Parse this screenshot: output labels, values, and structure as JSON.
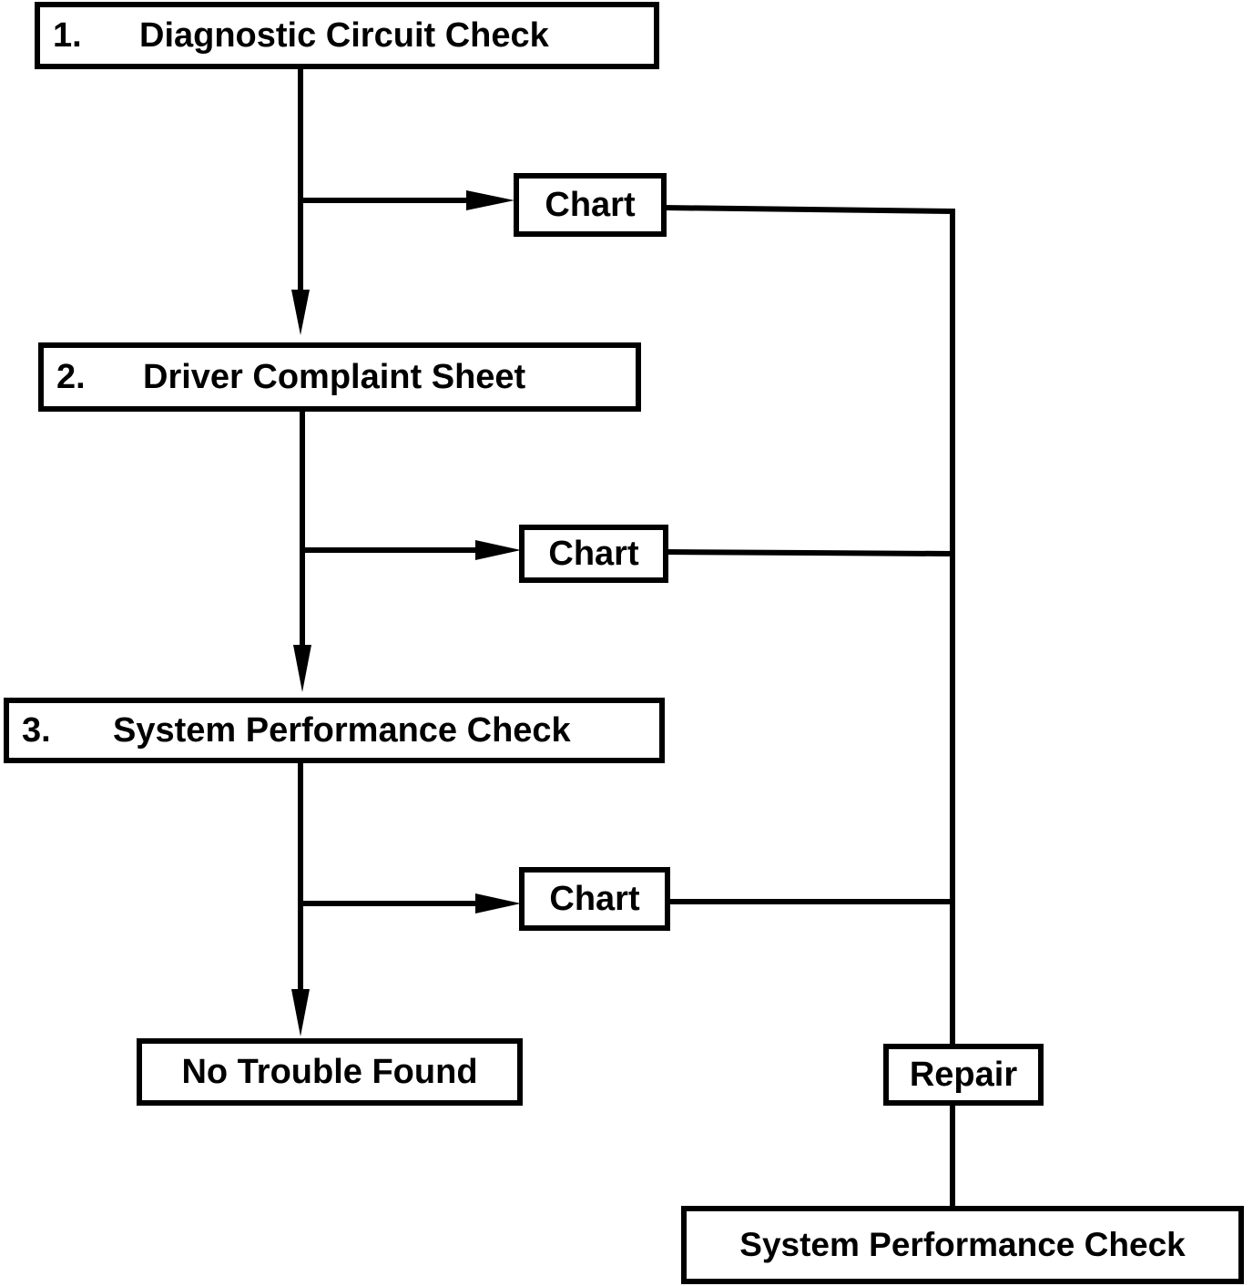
{
  "steps": [
    {
      "number": "1.",
      "label": "Diagnostic Circuit Check"
    },
    {
      "number": "2.",
      "label": "Driver Complaint Sheet"
    },
    {
      "number": "3.",
      "label": "System Performance Check"
    }
  ],
  "chart_labels": [
    "Chart",
    "Chart",
    "Chart"
  ],
  "no_trouble_label": "No Trouble Found",
  "repair_label": "Repair",
  "final_check_label": "System Performance Check"
}
